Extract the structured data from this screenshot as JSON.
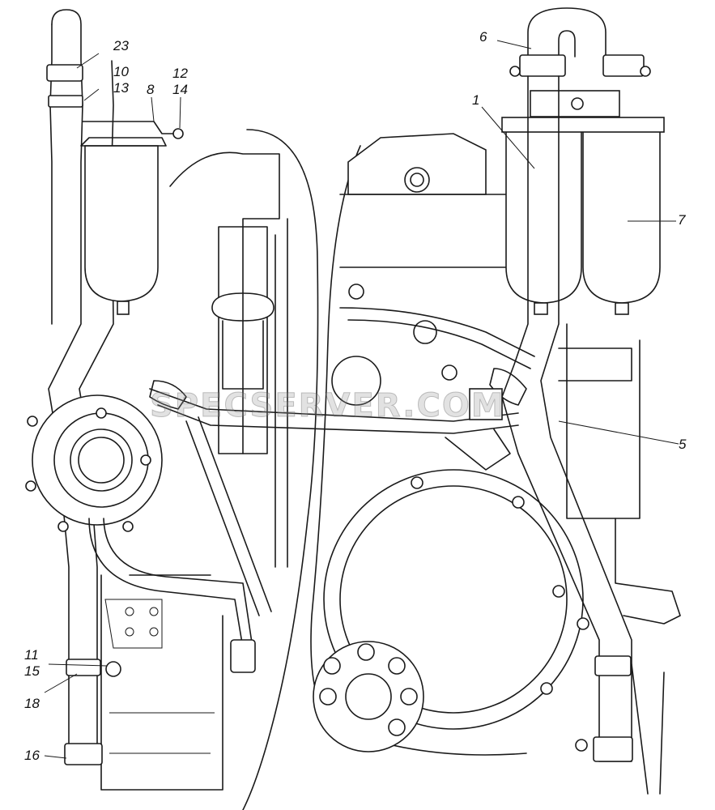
{
  "watermark": "SPECSERVER.COM",
  "callouts": [
    {
      "id": "23",
      "text": "23"
    },
    {
      "id": "10",
      "text": "10"
    },
    {
      "id": "13",
      "text": "13"
    },
    {
      "id": "8",
      "text": "8"
    },
    {
      "id": "12",
      "text": "12"
    },
    {
      "id": "14",
      "text": "14"
    },
    {
      "id": "6",
      "text": "6"
    },
    {
      "id": "1",
      "text": "1"
    },
    {
      "id": "7",
      "text": "7"
    },
    {
      "id": "5",
      "text": "5"
    },
    {
      "id": "11",
      "text": "11"
    },
    {
      "id": "15",
      "text": "15"
    },
    {
      "id": "18",
      "text": "18"
    },
    {
      "id": "16",
      "text": "16"
    }
  ]
}
